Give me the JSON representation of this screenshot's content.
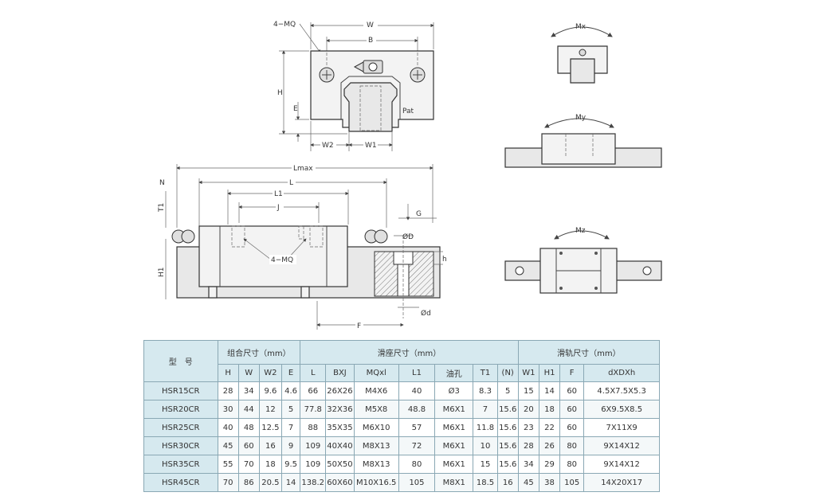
{
  "drawing": {
    "front_view": {
      "labels": [
        "4−MQ",
        "W",
        "B",
        "H",
        "E",
        "Pat",
        "W2",
        "W1"
      ]
    },
    "side_view": {
      "labels": [
        "N",
        "Lmax",
        "L",
        "L1",
        "J",
        "T1",
        "H1",
        "4−MQ",
        "G",
        "ØD",
        "h",
        "Ød",
        "F"
      ]
    },
    "moment_views": {
      "labels": [
        "Mx",
        "My",
        "Mz"
      ]
    }
  },
  "table": {
    "group_headers": {
      "model": "型　号",
      "assembly": "组合尺寸（mm）",
      "block": "滑座尺寸（mm）",
      "rail": "滑轨尺寸（mm）"
    },
    "columns": [
      "H",
      "W",
      "W2",
      "E",
      "L",
      "BXJ",
      "MQxl",
      "L1",
      "油孔",
      "T1",
      "(N)",
      "W1",
      "H1",
      "F",
      "dXDXh"
    ],
    "rows": [
      {
        "model": "HSR15CR",
        "cells": [
          "28",
          "34",
          "9.6",
          "4.6",
          "66",
          "26X26",
          "M4X6",
          "40",
          "Ø3",
          "8.3",
          "5",
          "15",
          "14",
          "60",
          "4.5X7.5X5.3"
        ]
      },
      {
        "model": "HSR20CR",
        "cells": [
          "30",
          "44",
          "12",
          "5",
          "77.8",
          "32X36",
          "M5X8",
          "48.8",
          "M6X1",
          "7",
          "15.6",
          "20",
          "18",
          "60",
          "6X9.5X8.5"
        ]
      },
      {
        "model": "HSR25CR",
        "cells": [
          "40",
          "48",
          "12.5",
          "7",
          "88",
          "35X35",
          "M6X10",
          "57",
          "M6X1",
          "11.8",
          "15.6",
          "23",
          "22",
          "60",
          "7X11X9"
        ]
      },
      {
        "model": "HSR30CR",
        "cells": [
          "45",
          "60",
          "16",
          "9",
          "109",
          "40X40",
          "M8X13",
          "72",
          "M6X1",
          "10",
          "15.6",
          "28",
          "26",
          "80",
          "9X14X12"
        ]
      },
      {
        "model": "HSR35CR",
        "cells": [
          "55",
          "70",
          "18",
          "9.5",
          "109",
          "50X50",
          "M8X13",
          "80",
          "M6X1",
          "15",
          "15.6",
          "34",
          "29",
          "80",
          "9X14X12"
        ]
      },
      {
        "model": "HSR45CR",
        "cells": [
          "70",
          "86",
          "20.5",
          "14",
          "138.2",
          "60X60",
          "M10X16.5",
          "105",
          "M8X1",
          "18.5",
          "16",
          "45",
          "38",
          "105",
          "14X20X17"
        ]
      }
    ]
  }
}
